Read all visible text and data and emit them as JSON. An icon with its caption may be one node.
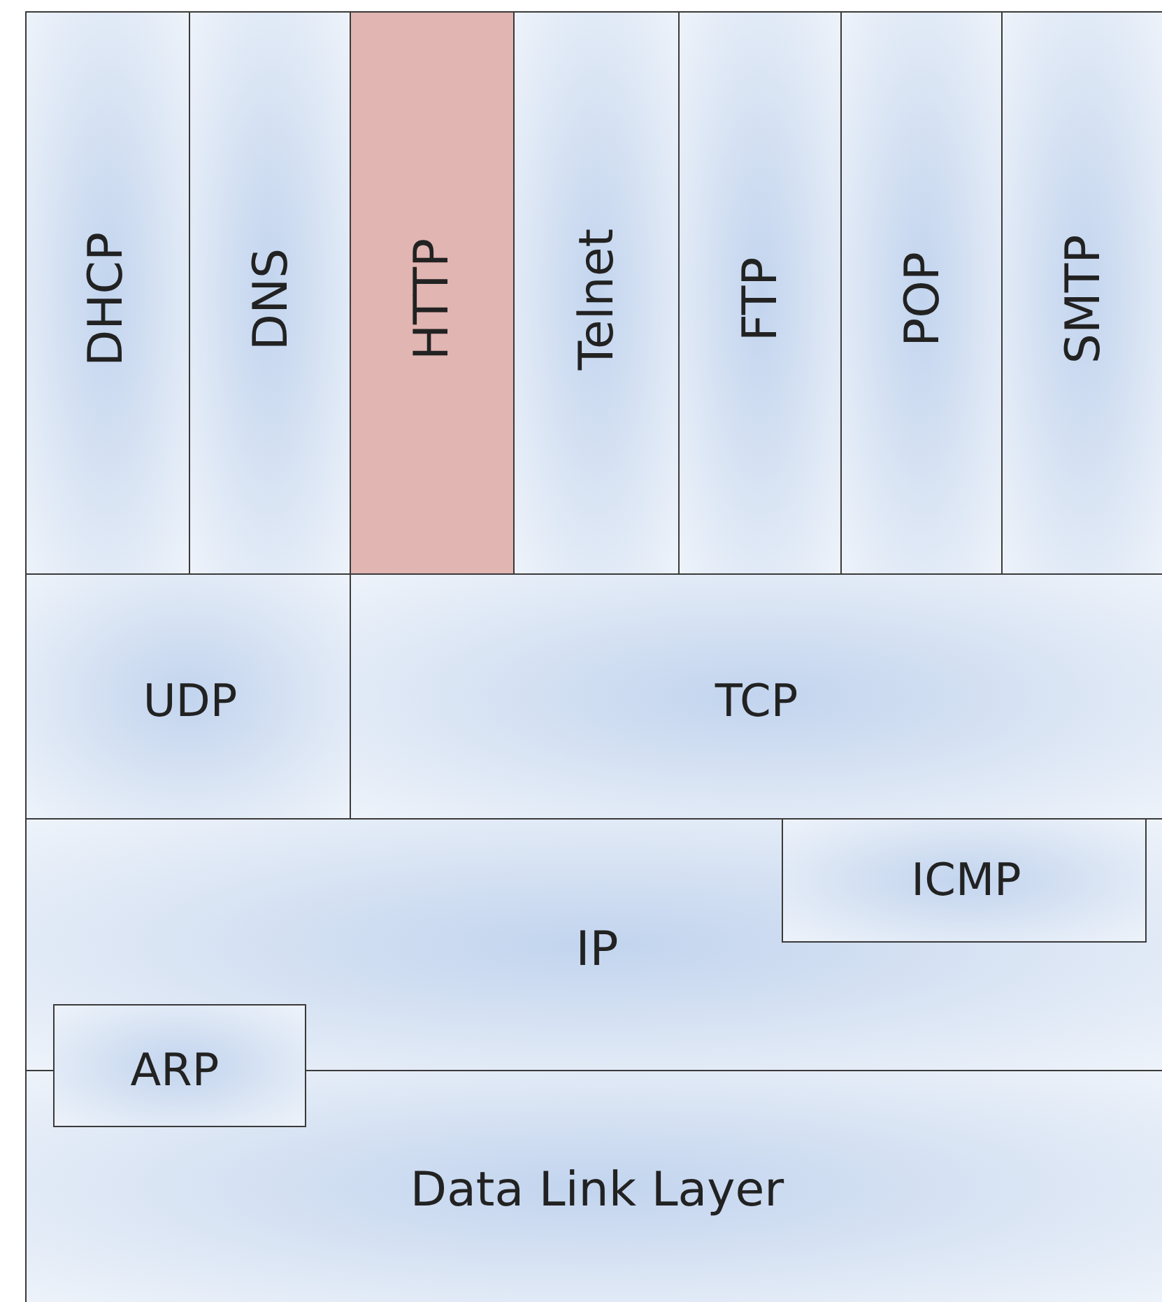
{
  "diagram": {
    "nodes": [
      {
        "text": [
          "DHCP"
        ]
      },
      {
        "text": [
          "DNS"
        ]
      },
      {
        "text": [
          "HTTP"
        ]
      },
      {
        "text": [
          "Telnet"
        ]
      },
      {
        "text": [
          "FTP"
        ]
      },
      {
        "text": [
          "POP"
        ]
      },
      {
        "text": [
          "SMTP"
        ]
      },
      {
        "text": [
          "UDP"
        ]
      },
      {
        "text": [
          "TCP"
        ]
      },
      {
        "text": [
          "IP"
        ]
      },
      {
        "text": [
          "ICMP"
        ],
        "in": 9
      },
      {
        "text": [
          "Data Link Layer"
        ]
      },
      {
        "text": [
          "ARP"
        ]
      }
    ]
  }
}
